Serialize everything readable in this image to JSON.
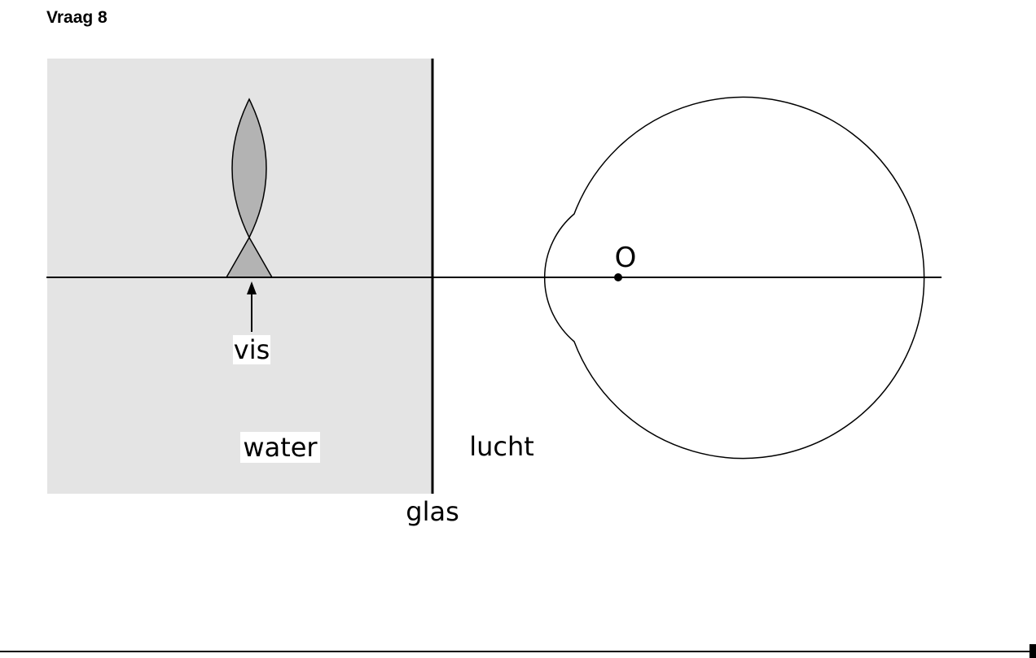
{
  "question": {
    "title": "Vraag 8"
  },
  "diagram": {
    "labels": {
      "fish": "vis",
      "water": "water",
      "air": "lucht",
      "glass": "glas",
      "center": "O"
    },
    "colors": {
      "water_fill": "#e4e4e4",
      "fish_fill": "#b3b3b3",
      "stroke": "#000000",
      "label_background": "#ffffff"
    }
  }
}
